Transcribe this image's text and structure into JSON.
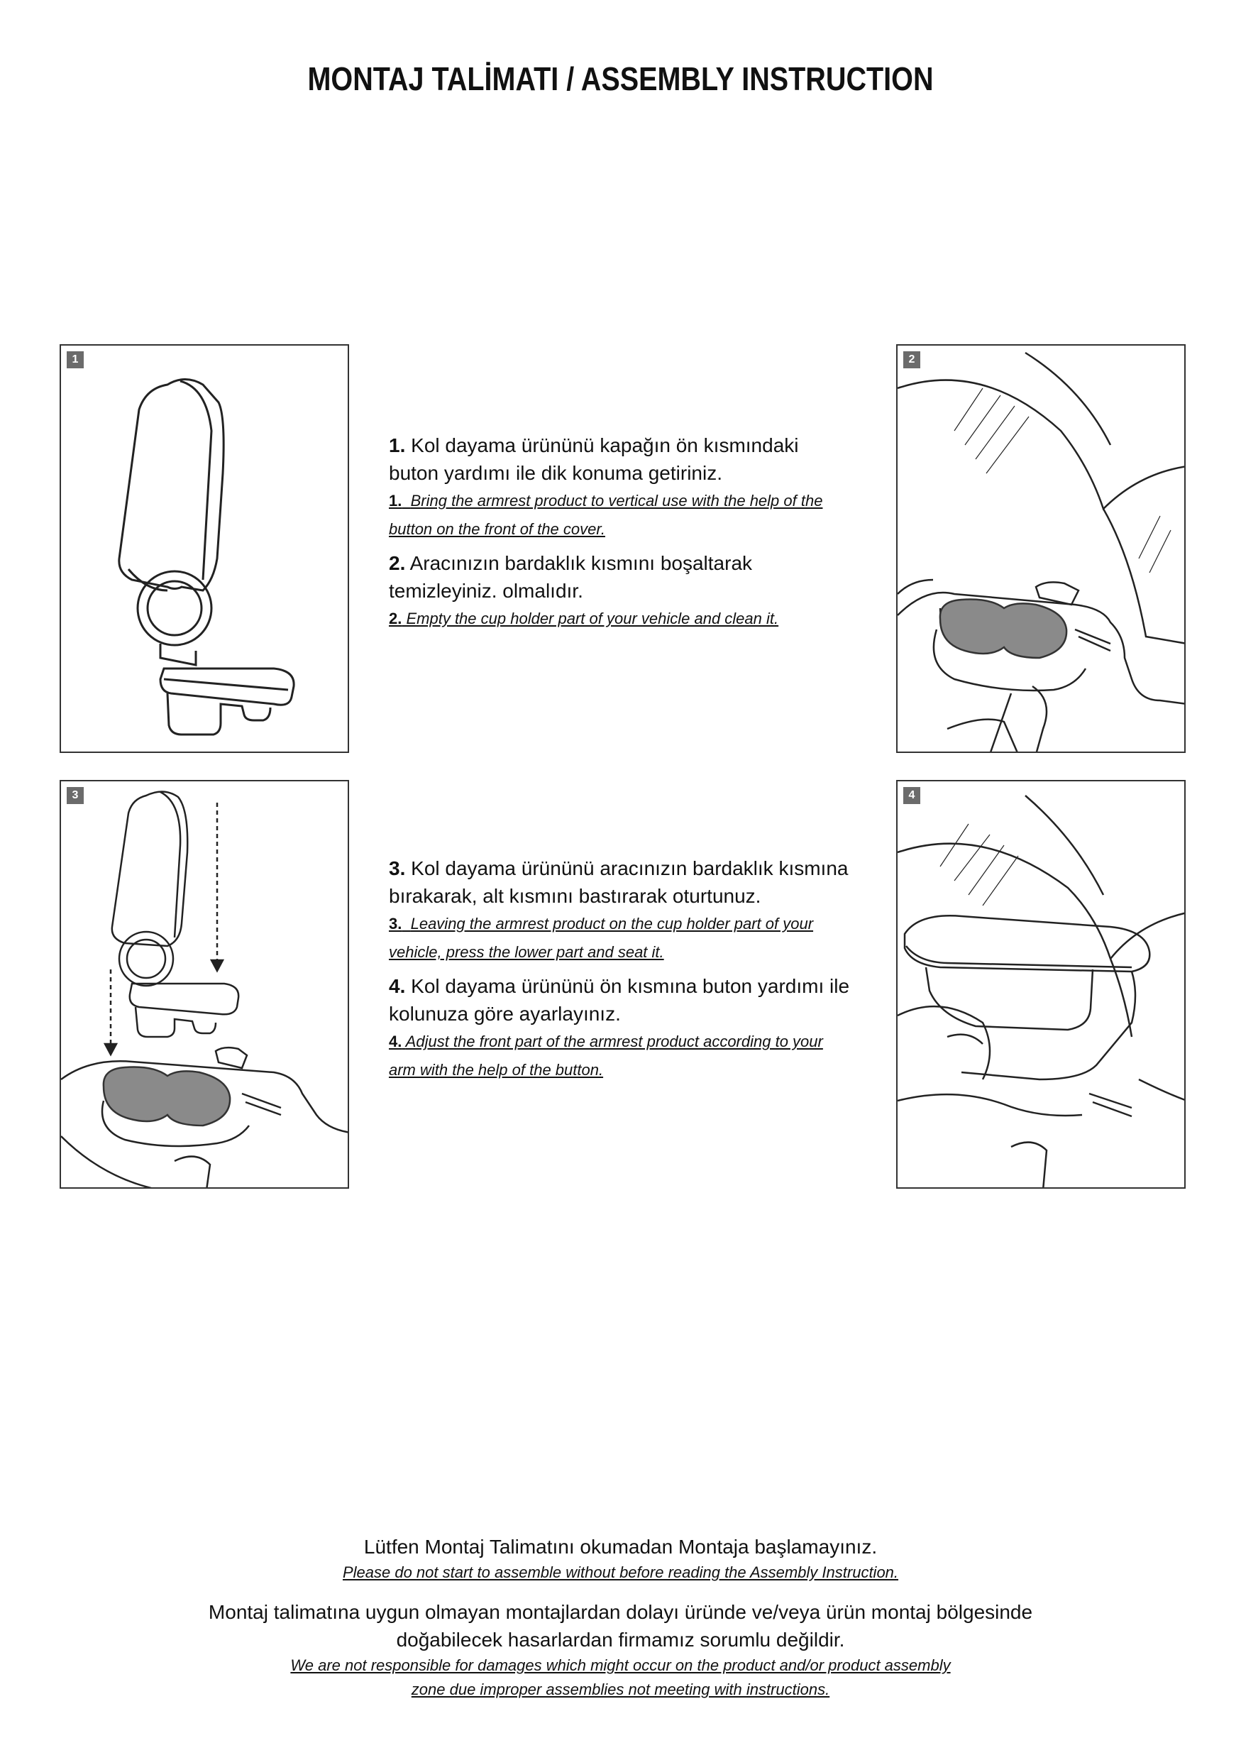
{
  "title": "MONTAJ TALİMATI / ASSEMBLY INSTRUCTION",
  "panels": [
    {
      "number": "1"
    },
    {
      "number": "2"
    },
    {
      "number": "3"
    },
    {
      "number": "4"
    }
  ],
  "steps": [
    {
      "num": "1.",
      "tr": "Kol dayama ürününü kapağın ön kısmındaki buton yardımı ile dik konuma getiriniz.",
      "en_num": "1.",
      "en": "Bring the armrest product to vertical use with the help of the button on the front of the cover."
    },
    {
      "num": "2.",
      "tr": "Aracınızın bardaklık kısmını boşaltarak temizleyiniz. olmalıdır.",
      "en_num": "2.",
      "en": "Empty the cup holder part of your vehicle and clean it."
    },
    {
      "num": "3.",
      "tr": "Kol dayama ürününü aracınızın bardaklık kısmına bırakarak, alt kısmını bastırarak oturtunuz.",
      "en_num": "3.",
      "en": "Leaving the armrest product on the cup holder part of your vehicle, press the lower part and seat it."
    },
    {
      "num": "4.",
      "tr": "Kol dayama ürününü ön kısmına buton yardımı ile kolunuza göre ayarlayınız.",
      "en_num": "4.",
      "en": "Adjust the front part of the armrest product according to your arm with the help of the button."
    }
  ],
  "footer": {
    "warning_tr": "Lütfen Montaj Talimatını okumadan Montaja başlamayınız.",
    "warning_en": "Please do not start to assemble without before reading the Assembly Instruction.",
    "disclaimer_tr_1": "Montaj talimatına uygun olmayan montajlardan dolayı üründe ve/veya ürün montaj bölgesinde",
    "disclaimer_tr_2": "doğabilecek hasarlardan firmamız sorumlu değildir.",
    "disclaimer_en_1": "We are not responsible for damages which might occur on the product and/or product assembly",
    "disclaimer_en_2": "zone due improper assemblies not meeting with instructions."
  }
}
